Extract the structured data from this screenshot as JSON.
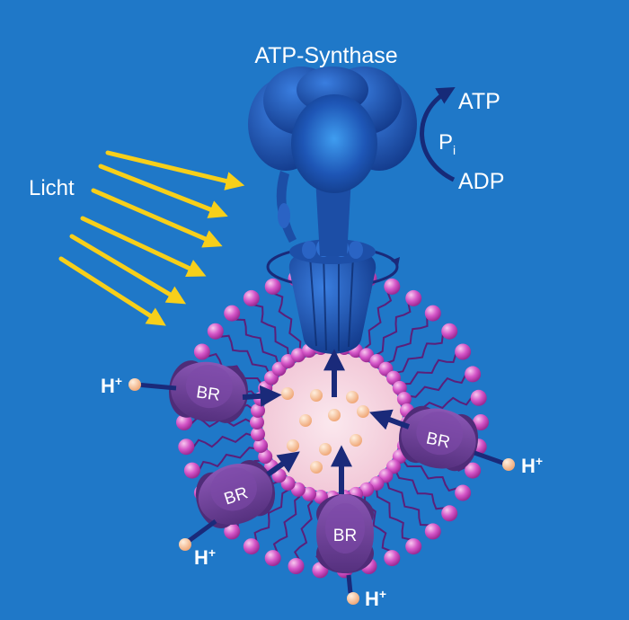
{
  "title": "ATP-Synthase",
  "light_label": "Licht",
  "reaction": {
    "product": "ATP",
    "phosphate_base": "P",
    "phosphate_sub": "i",
    "substrate": "ADP"
  },
  "protein_label": "BR",
  "proton": {
    "base": "H",
    "charge": "+"
  },
  "colors": {
    "background": "#1f78c8",
    "light_arrow": "#f7cf1a",
    "synthase": "#1d4fa8",
    "synthase_dark": "#123a86",
    "membrane_bead": "#d455c7",
    "lipid_tail": "#5b1f7a",
    "br_protein": "#6e3f96",
    "lumen": "#f7dbe3",
    "proton_dot": "#f8c4a0",
    "arrow": "#1a2a7a",
    "text": "#ffffff"
  }
}
